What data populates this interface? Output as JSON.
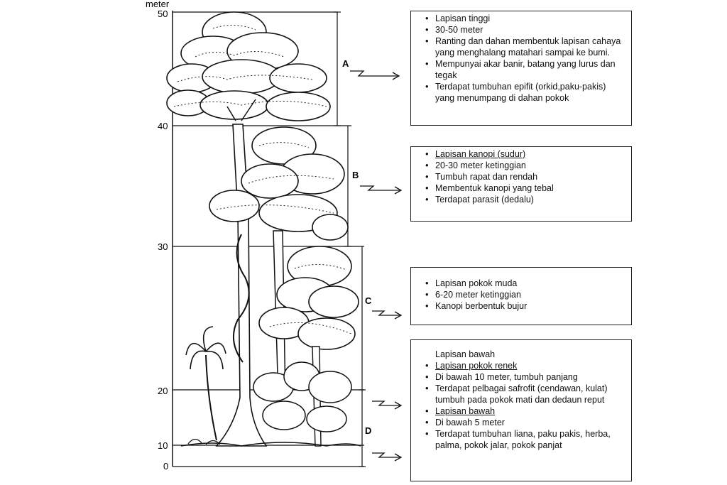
{
  "axis": {
    "unit": "meter",
    "ticks": [
      "50",
      "40",
      "30",
      "20",
      "10",
      "0"
    ]
  },
  "layers": [
    {
      "letter": "A",
      "items": [
        {
          "text": "Lapisan tinggi"
        },
        {
          "text": "30-50 meter"
        },
        {
          "text": "Ranting dan dahan membentuk lapisan cahaya yang menghalang matahari sampai ke bumi."
        },
        {
          "text": "Mempunyai akar banir, batang yang lurus dan tegak"
        },
        {
          "text": "Terdapat tumbuhan epifit (orkid,paku-pakis) yang menumpang di dahan pokok"
        }
      ]
    },
    {
      "letter": "B",
      "items": [
        {
          "text": "Lapisan kanopi (sudur)",
          "underline": true
        },
        {
          "text": "20-30 meter ketinggian"
        },
        {
          "text": "Tumbuh rapat dan rendah"
        },
        {
          "text": "Membentuk kanopi yang tebal"
        },
        {
          "text": "Terdapat parasit (dedalu)"
        }
      ]
    },
    {
      "letter": "C",
      "items": [
        {
          "text": "Lapisan pokok muda"
        },
        {
          "text": "6-20 meter ketinggian"
        },
        {
          "text": "Kanopi berbentuk bujur"
        }
      ]
    },
    {
      "letter": "D",
      "items": [
        {
          "text": "Lapisan bawah",
          "nobullet": true
        },
        {
          "text": "Lapisan pokok renek",
          "underline": true
        },
        {
          "text": "Di bawah 10 meter, tumbuh panjang"
        },
        {
          "text": "Terdapat pelbagai safrofit (cendawan, kulat) tumbuh pada pokok mati dan dedaun reput"
        },
        {
          "text": "Lapisan bawah",
          "underline": true
        },
        {
          "text": "Di bawah 5 meter"
        },
        {
          "text": "Terdapat tumbuhan liana, paku pakis, herba, palma, pokok jalar, pokok panjat"
        }
      ]
    }
  ]
}
